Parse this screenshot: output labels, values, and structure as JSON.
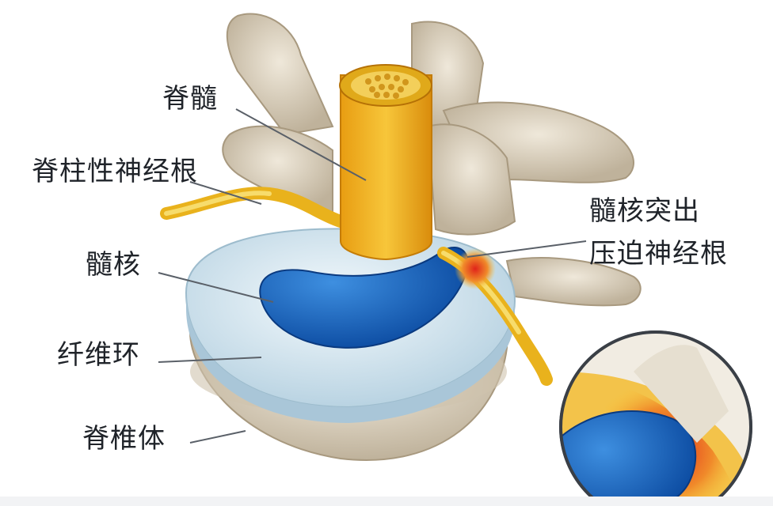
{
  "labels": {
    "spinal_cord": "脊髓",
    "spinal_nerve_root": "脊柱性神经根",
    "nucleus": "髓核",
    "annulus": "纤维环",
    "vertebral_body": "脊椎体",
    "herniation_line1": "髓核突出",
    "herniation_line2": "压迫神经根"
  },
  "colors": {
    "bone": "#d9cfbd",
    "spinal_cord": "#f0b321",
    "disc": "#dfeef5",
    "nucleus": "#1565c0",
    "compression": "#e8402a"
  }
}
